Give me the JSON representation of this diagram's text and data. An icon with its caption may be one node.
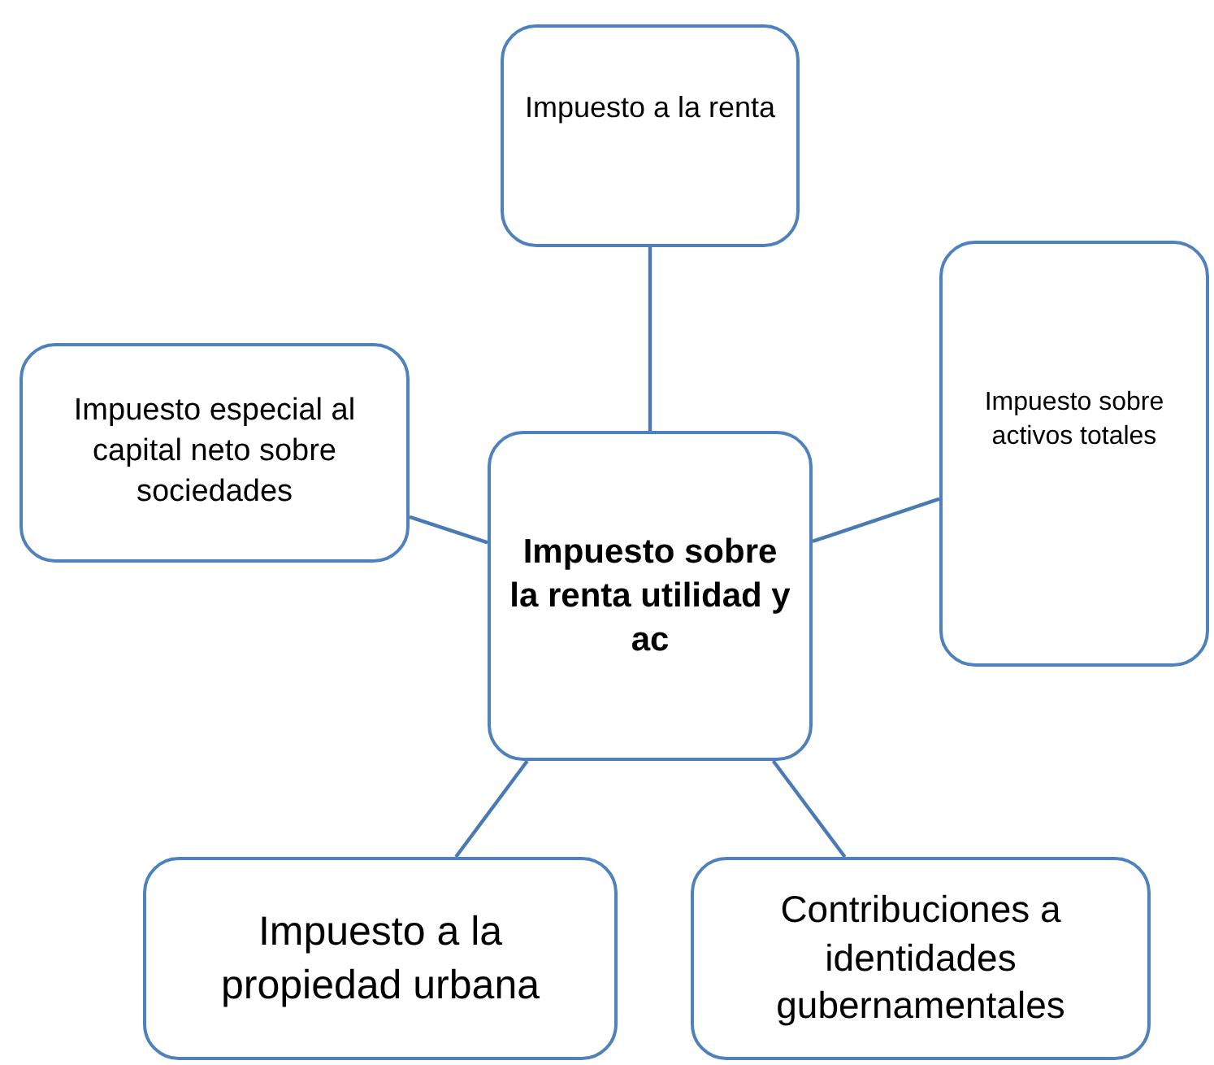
{
  "diagram": {
    "nodes": [
      {
        "text": [
          "Impuesto a la renta"
        ]
      },
      {
        "text": [
          "Impuesto especial al capital neto sobre sociedades"
        ]
      },
      {
        "text": [
          "Impuesto sobre la renta utilidad y ac"
        ]
      },
      {
        "text": [
          "Impuesto sobre activos totales"
        ]
      },
      {
        "text": [
          "Impuesto a la propiedad urbana"
        ]
      },
      {
        "text": [
          "Contribuciones a identidades gubernamentales"
        ]
      }
    ],
    "edges": [
      {
        "from": 2,
        "to": 0,
        "arrow": "none"
      },
      {
        "from": 2,
        "to": 1,
        "arrow": "none"
      },
      {
        "from": 2,
        "to": 3,
        "arrow": "none"
      },
      {
        "from": 2,
        "to": 4,
        "arrow": "none"
      },
      {
        "from": 2,
        "to": 5,
        "arrow": "none"
      }
    ]
  }
}
